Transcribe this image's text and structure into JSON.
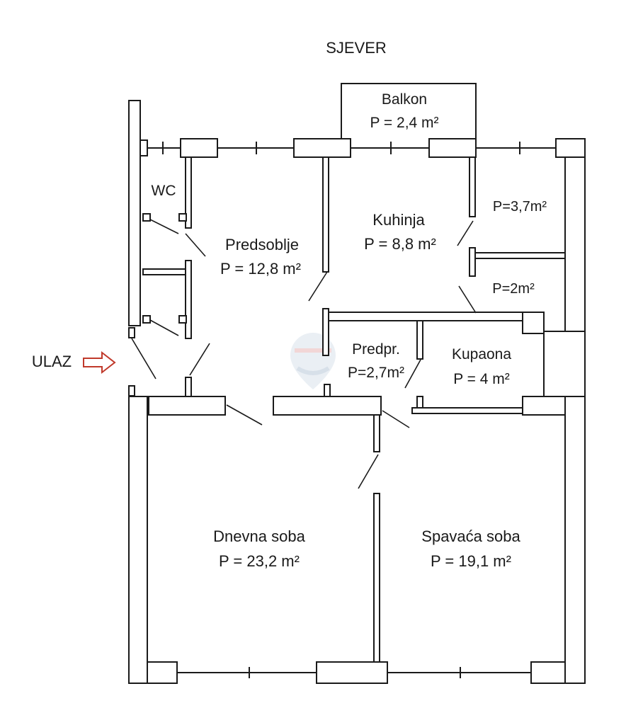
{
  "north_label": "SJEVER",
  "entrance_label": "ULAZ",
  "colors": {
    "wall": "#1a1a1a",
    "arrow": "#c0392b",
    "watermark": "#cfd8e3"
  },
  "rooms": [
    {
      "id": "balkon",
      "name": "Balkon",
      "area": "P = 2,4 m²"
    },
    {
      "id": "wc",
      "name": "WC",
      "area": ""
    },
    {
      "id": "predsoblje",
      "name": "Predsoblje",
      "area": "P = 12,8 m²"
    },
    {
      "id": "kuhinja",
      "name": "Kuhinja",
      "area": "P = 8,8 m²"
    },
    {
      "id": "ostava1",
      "name": "",
      "area": "P=3,7m²"
    },
    {
      "id": "ostava2",
      "name": "",
      "area": "P=2m²"
    },
    {
      "id": "predprostor",
      "name": "Predpr.",
      "area": "P=2,7m²"
    },
    {
      "id": "kupaona",
      "name": "Kupaona",
      "area": "P = 4 m²"
    },
    {
      "id": "dnevna",
      "name": "Dnevna soba",
      "area": "P = 23,2 m²"
    },
    {
      "id": "spavaca",
      "name": "Spavaća soba",
      "area": "P = 19,1 m²"
    }
  ]
}
